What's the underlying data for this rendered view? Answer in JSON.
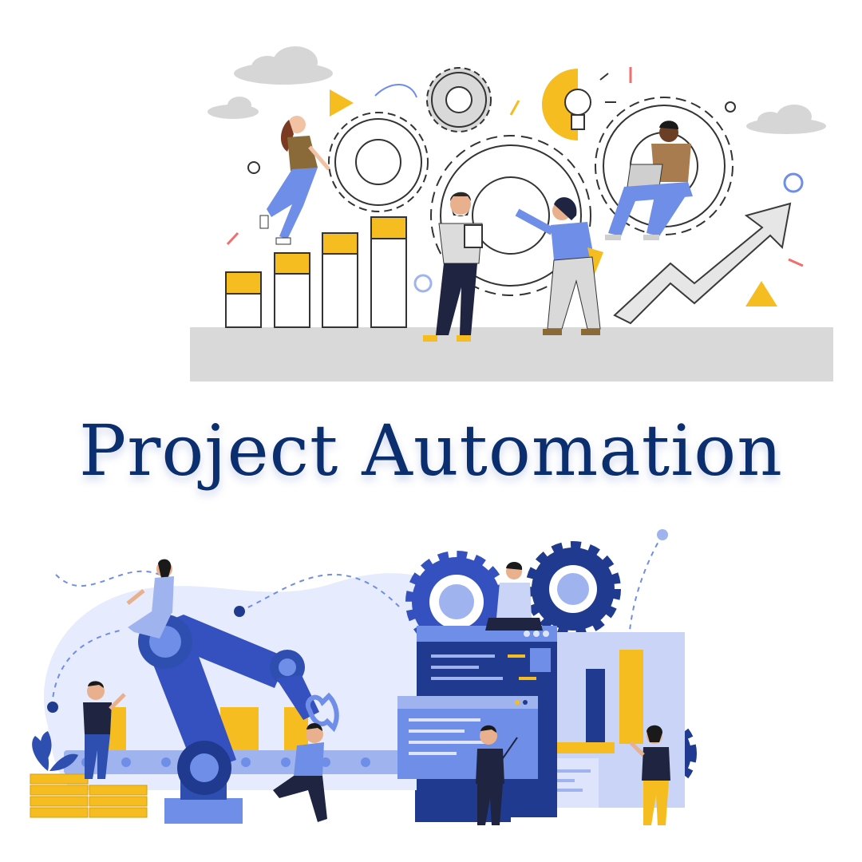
{
  "title": "Project Automation",
  "colors": {
    "navy": "#0b2f6e",
    "blue": "#2f4fb0",
    "light_blue": "#9fb3ee",
    "pale_blue": "#dde4fb",
    "yellow": "#f5bd1f",
    "gray": "#d9d9d9",
    "dark": "#1f2440"
  },
  "illustrations": {
    "top": "teamwork-gears-growth-chart-illustration",
    "bottom": "robotic-arm-automation-illustration"
  }
}
